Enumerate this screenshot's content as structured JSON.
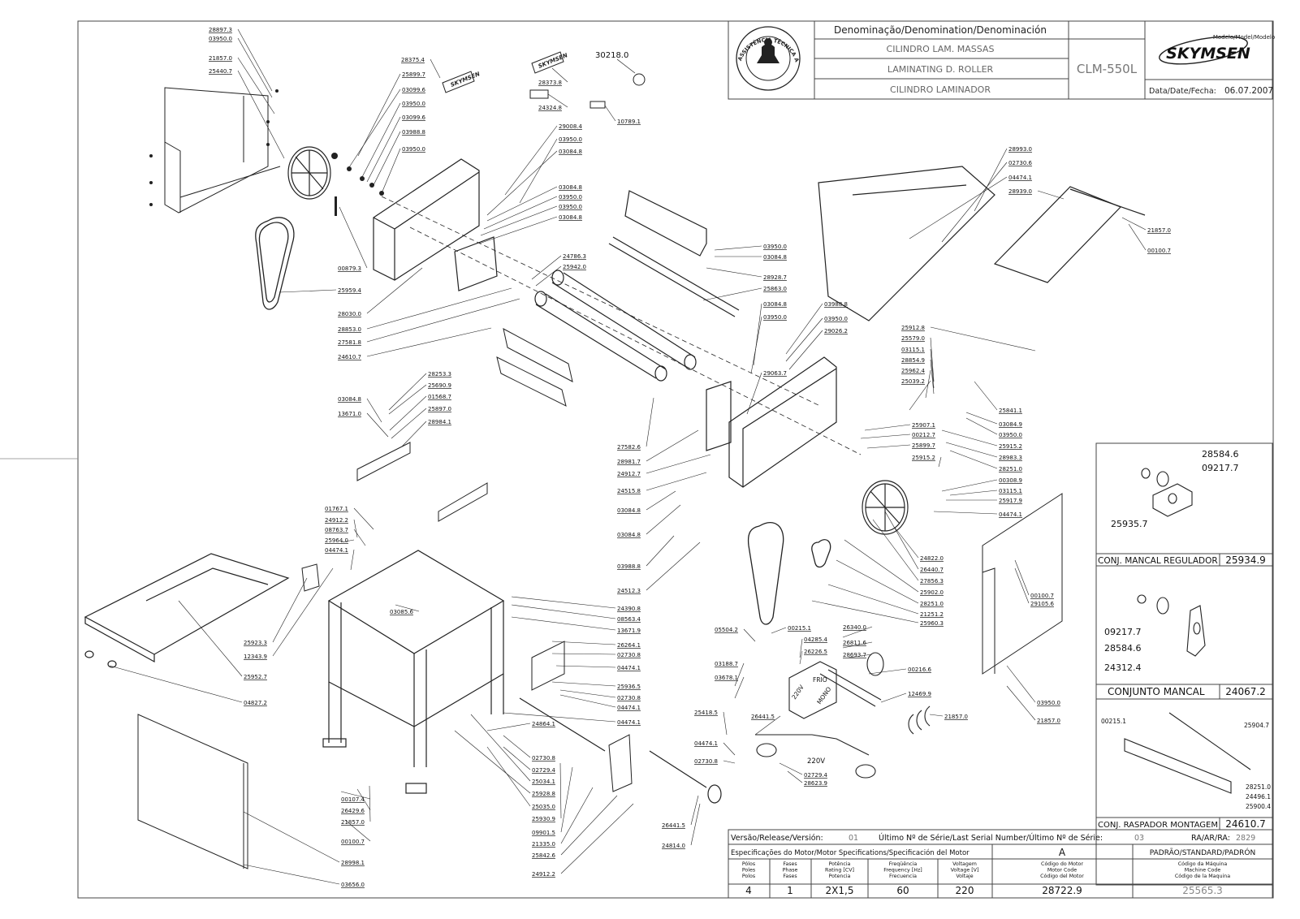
{
  "title_block": {
    "denomination_header": "Denominação/Denomination/Denominación",
    "name_pt": "CILINDRO LAM. MASSAS",
    "name_en": "LAMINATING D. ROLLER",
    "name_es": "CILINDRO LAMINADOR",
    "model_code": "CLM-550L",
    "model_header": "Modelo/Model/Modelo",
    "brand": "SKYMSEN",
    "date_label": "Data/Date/Fecha:",
    "date_value": "06.07.2007",
    "seal_text": "ASSISTÊNCIA TÉCNICA AUTORIZADA",
    "logo_mark_a": "SKYMSEN",
    "logo_mark_b": "SKYMSEN"
  },
  "top_labels": {
    "part_30218": "30218.0"
  },
  "part_labels": [
    "28897.3",
    "03950.0",
    "21857.0",
    "25440.7",
    "28375.4",
    "25899.7",
    "03099.6",
    "03950.0",
    "03099.6",
    "03988.8",
    "03950.0",
    "28373.8",
    "24324.8",
    "10789.1",
    "29008.4",
    "03950.0",
    "03084.8",
    "03084.8",
    "03950.0",
    "03950.0",
    "03084.8",
    "00879.3",
    "25959.4",
    "28030.0",
    "28853.0",
    "27581.8",
    "24610.7",
    "24786.3",
    "25942.0",
    "03950.0",
    "03084.8",
    "28928.7",
    "25863.0",
    "03988.8",
    "03950.0",
    "29026.2",
    "03084.8",
    "03950.0",
    "29063.7",
    "27582.6",
    "28981.7",
    "24912.7",
    "24515.8",
    "03084.8",
    "03084.8",
    "03988.8",
    "24512.3",
    "28993.0",
    "02730.6",
    "04474.1",
    "28939.0",
    "21857.0",
    "00100.7",
    "25912.8",
    "25579.0",
    "03115.1",
    "28854.9",
    "25962.4",
    "25039.2",
    "25841.1",
    "03084.9",
    "03950.0",
    "25915.2",
    "28983.3",
    "28251.0",
    "25907.1",
    "00212.7",
    "25899.7",
    "25915.2",
    "00308.9",
    "03115.1",
    "25917.9",
    "04474.1",
    "24822.0",
    "26440.7",
    "27856.3",
    "25902.0",
    "28251.0",
    "21251.2",
    "25960.3",
    "28253.3",
    "25690.9",
    "01568.7",
    "25897.0",
    "28984.1",
    "03084.8",
    "13671.0",
    "01767.1",
    "24912.2",
    "08763.7",
    "25964.0",
    "04474.1",
    "25923.3",
    "12343.9",
    "25952.7",
    "04827.2",
    "03085.6",
    "24390.8",
    "08563.4",
    "13671.9",
    "26264.1",
    "02730.8",
    "04474.1",
    "25936.5",
    "02730.8",
    "04474.1",
    "04474.1",
    "24864.1",
    "02730.8",
    "02729.4",
    "25034.1",
    "25928.8",
    "25035.0",
    "25930.9",
    "09901.5",
    "21335.0",
    "25842.6",
    "24912.2",
    "26441.5",
    "24814.0",
    "00107.4",
    "26429.6",
    "21857.0",
    "00100.7",
    "28998.1",
    "03656.0",
    "05504.2",
    "00215.1",
    "04285.4",
    "26226.5",
    "26340.0",
    "26811.6",
    "28693.7",
    "00216.6",
    "03188.7",
    "03678.1",
    "26441.5",
    "25418.5",
    "04474.1",
    "02730.8",
    "02729.4",
    "28623.9",
    "12469.9",
    "21857.0",
    "00100.7",
    "29105.6",
    "03950.0",
    "21857.0"
  ],
  "motor_box": {
    "line1": "FRIO",
    "line2": "220V",
    "line3": "MONO"
  },
  "motor_voltage_label": "220V",
  "sub_assemblies": [
    {
      "title": "CONJ. MANCAL REGULADOR",
      "code": "25934.9",
      "parts": [
        "28584.6",
        "09217.7",
        "25935.7"
      ]
    },
    {
      "title": "CONJUNTO MANCAL",
      "code": "24067.2",
      "parts": [
        "09217.7",
        "28584.6",
        "24312.4"
      ]
    },
    {
      "title": "CONJ. RASPADOR MONTAGEM",
      "code": "24610.7",
      "parts": [
        "00215.1",
        "25904.7",
        "28251.0",
        "24496.1",
        "25900.4"
      ]
    }
  ],
  "bottom_block": {
    "version_label": "Versão/Release/Versión:",
    "version_value": "01",
    "serial_label": "Último Nº de Série/Last Serial Number/Último Nº de Série:",
    "serial_value": "03",
    "ra_label": "RA/AR/RA:",
    "ra_value": "2829",
    "motor_spec_header": "Especificações do Motor/Motor Specifications/Specificación del Motor",
    "column_a": "A",
    "standard_header": "PADRÃO/STANDARD/PADRÓN",
    "col_phases": [
      "Pólos",
      "Poles",
      "Polos"
    ],
    "col_phase": [
      "Fases",
      "Phase",
      "Fases"
    ],
    "col_power": [
      "Potência",
      "Rating [CV]",
      "Potencia"
    ],
    "col_freq": [
      "Freqüência",
      "Frequency [Hz]",
      "Frecuencia"
    ],
    "col_volt": [
      "Voltagem",
      "Voltage [V]",
      "Voltaje"
    ],
    "col_motor_code": [
      "Código do Motor",
      "Motor Code",
      "Código del Motor"
    ],
    "col_machine_code": [
      "Código da Máquina",
      "Machine Code",
      "Código de la Maquina"
    ],
    "values": {
      "poles": "4",
      "phase": "1",
      "power": "2X1,5",
      "freq": "60",
      "volt": "220",
      "motor_code": "28722.9",
      "machine_code": "25565.3"
    }
  }
}
